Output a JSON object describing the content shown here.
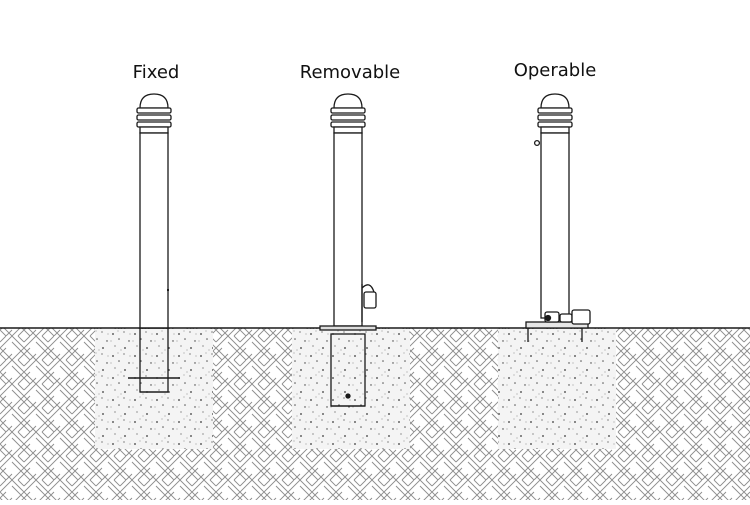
{
  "labels": {
    "fixed": "Fixed",
    "removable": "Removable",
    "operable": "Operable"
  },
  "colors": {
    "line": "#1a1a1a",
    "bollard_fill": "#ffffff",
    "hatch": "#8c8c8c",
    "concrete_fill": "#f4f4f4",
    "concrete_speckle": "#3a3a3a"
  }
}
